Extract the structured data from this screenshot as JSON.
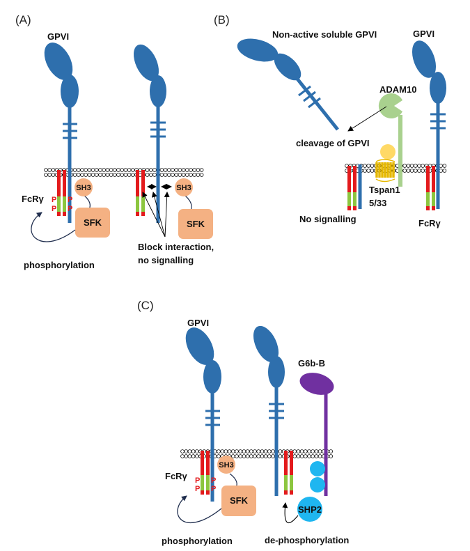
{
  "colors": {
    "gpvi": "#2e6fad",
    "fcr_red": "#e31a1c",
    "fcr_green": "#8cc63f",
    "sh3": "#f4b183",
    "sfk": "#f4b183",
    "adam10": "#a9d18e",
    "tspan": "#ffd966",
    "g6b": "#7030a0",
    "shp2": "#1fb6f0",
    "membrane": "#000000"
  },
  "panel_a": {
    "label": "(A)",
    "gpvi": "GPVI",
    "fcr": "FcRγ",
    "p": "P",
    "sh3_left": "SH3",
    "sh3_right": "SH3",
    "sfk_left": "SFK",
    "sfk_right": "SFK",
    "phosphorylation": "phosphorylation",
    "block_line1": "Block interaction,",
    "block_line2": "no signalling"
  },
  "panel_b": {
    "label": "(B)",
    "soluble": "Non-active soluble GPVI",
    "gpvi": "GPVI",
    "adam10": "ADAM10",
    "cleavage": "cleavage of GPVI",
    "tspan_line1": "Tspan1",
    "tspan_line2": "5/33",
    "no_signalling": "No signalling",
    "fcr": "FcRγ"
  },
  "panel_c": {
    "label": "(C)",
    "gpvi": "GPVI",
    "g6b": "G6b-B",
    "fcr": "FcRγ",
    "p": "P",
    "sh3": "SH3",
    "sfk": "SFK",
    "shp2": "SHP2",
    "phosphorylation": "phosphorylation",
    "dephosphorylation": "de-phosphorylation"
  }
}
